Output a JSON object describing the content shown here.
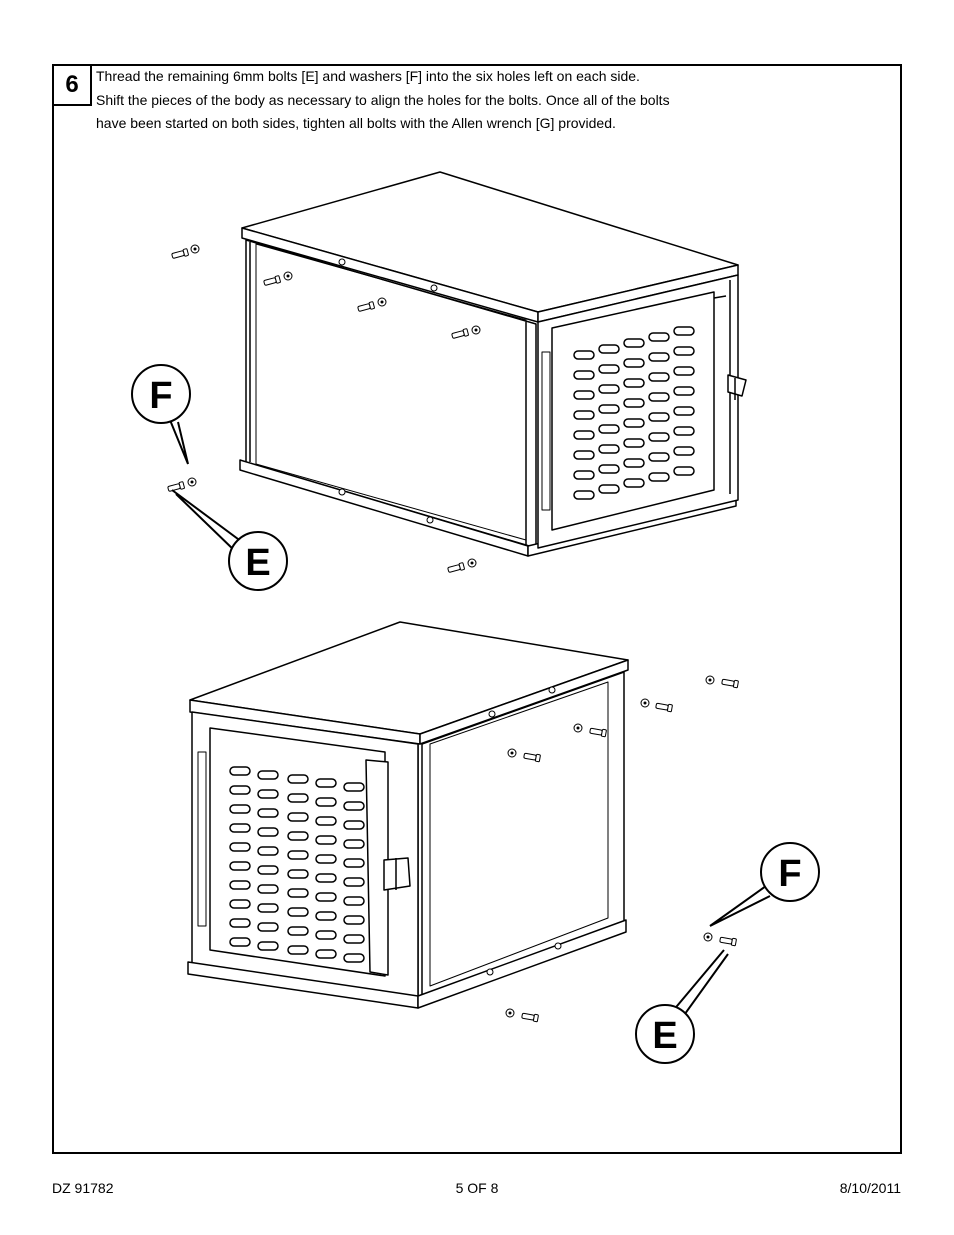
{
  "step": {
    "number": "6"
  },
  "instructions": {
    "line1": "Thread the remaining 6mm bolts [E] and washers [F] into the six holes left on each side.",
    "line2": "Shift the pieces of the body as necessary to align the holes for the bolts.  Once all of the bolts",
    "line3": "have been started on both sides, tighten all bolts with the Allen wrench [G] provided."
  },
  "callouts": {
    "top_washer": "F",
    "top_bolt": "E",
    "bottom_washer": "F",
    "bottom_bolt": "E"
  },
  "footer": {
    "part_number": "DZ 91782",
    "page": "5 OF 8",
    "date": "8/10/2011"
  }
}
